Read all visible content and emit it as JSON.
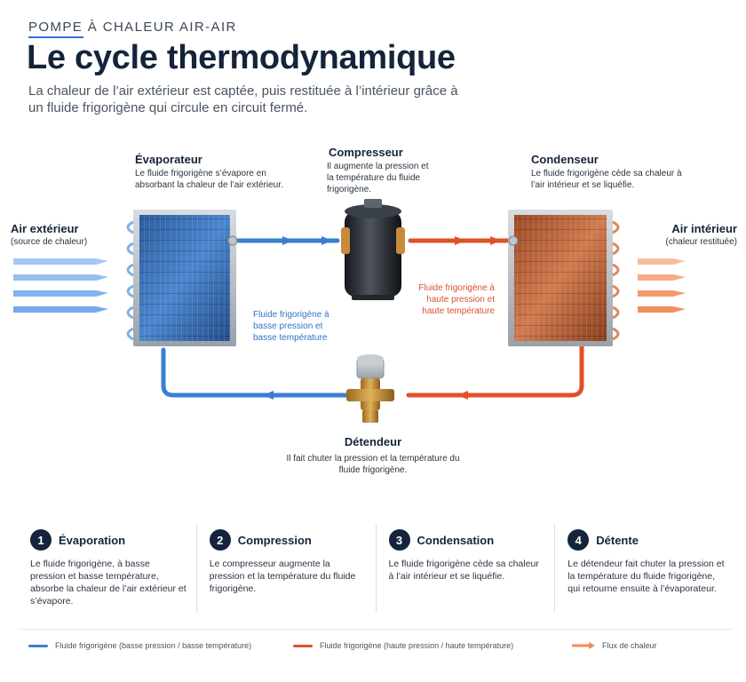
{
  "header": {
    "kicker": "POMPE À CHALEUR AIR-AIR",
    "title": "Le cycle thermodynamique",
    "subtitle": "La chaleur de l’air extérieur est captée, puis restituée à l’intérieur grâce à un fluide frigorigène qui circule en circuit fermé."
  },
  "diagram": {
    "outside_air": {
      "title": "Air extérieur",
      "sub": "(source de chaleur)"
    },
    "inside_air": {
      "title": "Air intérieur",
      "sub": "(chaleur restituée)"
    },
    "evaporator": {
      "title": "Évaporateur",
      "desc": "Le fluide frigorigène s’évapore en absorbant la chaleur de l’air extérieur."
    },
    "compressor": {
      "title": "Compresseur",
      "desc": "Il augmente la pression et la température du fluide frigorigène."
    },
    "condenser": {
      "title": "Condenseur",
      "desc": "Le fluide frigorigène cède sa chaleur à l’air intérieur et se liquéfie."
    },
    "expansion": {
      "title": "Détendeur",
      "desc": "Il fait chuter la pression et la température du fluide frigorigène."
    },
    "low_note": "Fluide frigorigène à basse pression et basse température",
    "high_note": "Fluide frigorigène à haute pression et haute température",
    "colors": {
      "low": "#3a7fd0",
      "high": "#e0502a",
      "heat": "#f08a55",
      "cold_arrow": "#6ea6ec"
    }
  },
  "steps": [
    {
      "num": "1",
      "title": "Évaporation",
      "text": "Le fluide frigorigène, à basse pression et basse température, absorbe la chaleur de l’air extérieur et s’évapore."
    },
    {
      "num": "2",
      "title": "Compression",
      "text": "Le compresseur augmente la pression et la température du fluide frigorigène."
    },
    {
      "num": "3",
      "title": "Condensation",
      "text": "Le fluide frigorigène cède sa chaleur à l’air intérieur et se liquéfie."
    },
    {
      "num": "4",
      "title": "Détente",
      "text": "Le détendeur fait chuter la pression et la température du fluide frigorigène, qui retourne ensuite à l’évaporateur."
    }
  ],
  "legend": {
    "low": "Fluide frigorigène (basse pression / basse température)",
    "high": "Fluide frigorigène (haute pression / haute température)",
    "heat": "Flux de chaleur"
  }
}
